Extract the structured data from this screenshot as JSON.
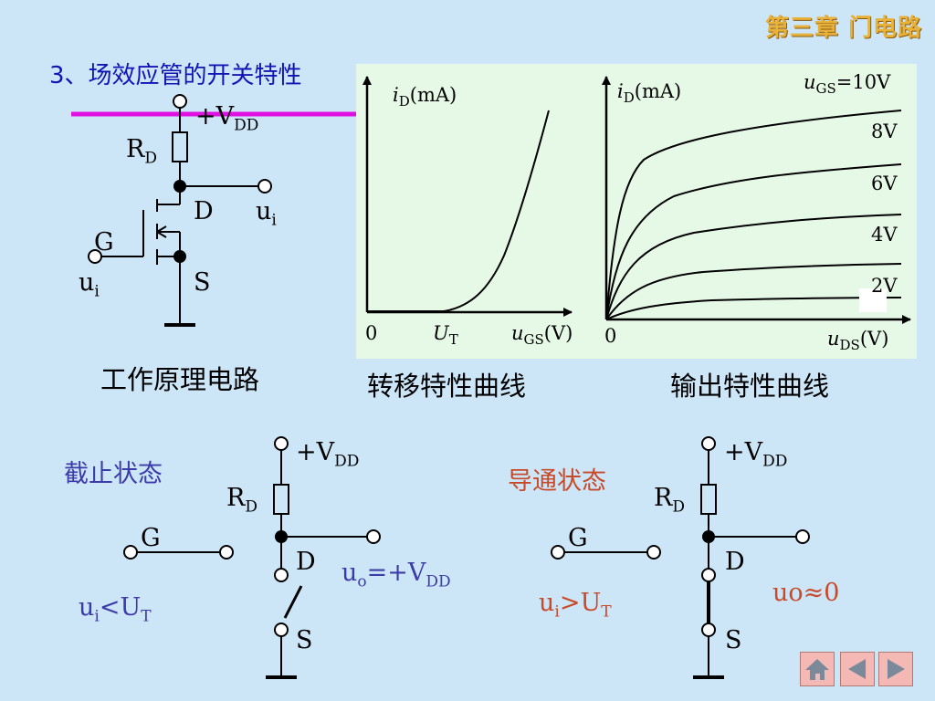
{
  "header": {
    "chapter": "第三章 门电路"
  },
  "section": {
    "title": "3、场效应管的开关特性"
  },
  "circuit": {
    "supply": "+V",
    "supply_sub": "DD",
    "resistor": "R",
    "resistor_sub": "D",
    "drain": "D",
    "gate": "G",
    "source": "S",
    "input": "u",
    "input_sub": "i",
    "output": "u",
    "output_sub": "i",
    "caption": "工作原理电路"
  },
  "transfer_curve": {
    "y_label_var": "i",
    "y_label_sub": "D",
    "y_label_unit": "(mA)",
    "origin": "0",
    "threshold": "U",
    "threshold_sub": "T",
    "x_label_var": "u",
    "x_label_sub": "GS",
    "x_label_unit": "(V)",
    "caption": "转移特性曲线"
  },
  "output_curve": {
    "y_label_var": "i",
    "y_label_sub": "D",
    "y_label_unit": "(mA)",
    "origin": "0",
    "x_label_var": "u",
    "x_label_sub": "DS",
    "x_label_unit": "(V)",
    "series_top_var": "u",
    "series_top_sub": "GS",
    "series_top_value": "=10V",
    "series": [
      "8V",
      "6V",
      "4V",
      "2V"
    ],
    "caption": "输出特性曲线"
  },
  "cutoff": {
    "state": "截止状态",
    "supply": "+V",
    "supply_sub": "DD",
    "resistor": "R",
    "resistor_sub": "D",
    "gate": "G",
    "drain": "D",
    "source": "S",
    "output": "u",
    "output_sub": "o",
    "output_value": "=+V",
    "output_value_sub": "DD",
    "condition": "u",
    "condition_sub": "i",
    "condition_op": "<U",
    "condition_op_sub": "T"
  },
  "conduction": {
    "state": "导通状态",
    "supply": "+V",
    "supply_sub": "DD",
    "resistor": "R",
    "resistor_sub": "D",
    "gate": "G",
    "drain": "D",
    "source": "S",
    "output": "uo≈0",
    "condition": "u",
    "condition_sub": "i",
    "condition_op": ">U",
    "condition_op_sub": "T"
  },
  "nav": {
    "home": "home-icon",
    "prev": "arrow-left-icon",
    "next": "arrow-right-icon"
  },
  "colors": {
    "background": "#cce6f8",
    "panel": "#e6f9e6",
    "title": "#1414b4",
    "highlight": "#e010e0",
    "chapter": "#e8b23a",
    "nav_button": "#f4b9b4",
    "cutoff_text": "#3c3ca8",
    "conduction_text": "#c84a28"
  }
}
